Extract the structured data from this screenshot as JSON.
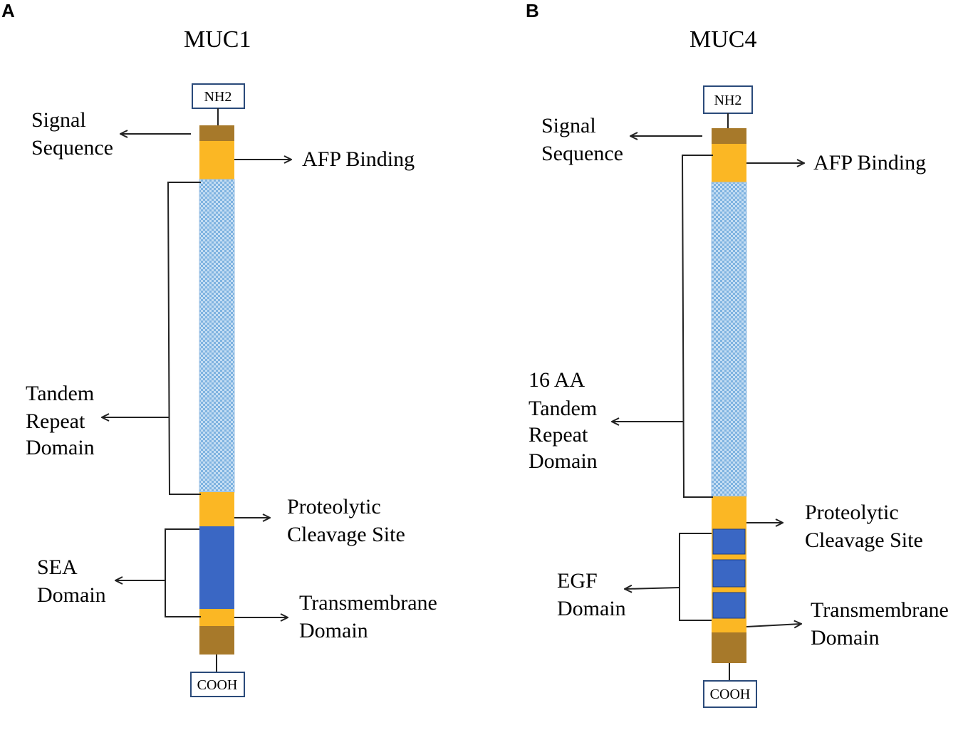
{
  "colors": {
    "signal": "#a7792a",
    "afp": "#fbb724",
    "tandem_bg": "#b8d6f0",
    "tandem_dot": "#7fb3e0",
    "domain": "#3a67c4",
    "tail": "#a7792a",
    "border": "#2a4a7a"
  },
  "panel_a": {
    "letter": "A",
    "title": "MUC1",
    "nh2": "NH2",
    "cooh": "COOH",
    "signal_line1": "Signal",
    "signal_line2": "Sequence",
    "afp": "AFP Binding",
    "tandem_line1": "Tandem",
    "tandem_line2": "Repeat",
    "tandem_line3": "Domain",
    "cleavage_line1": "Proteolytic",
    "cleavage_line2": "Cleavage Site",
    "sea_line1": "SEA",
    "sea_line2": "Domain",
    "tm_line1": "Transmembrane",
    "tm_line2": "Domain"
  },
  "panel_b": {
    "letter": "B",
    "title": "MUC4",
    "nh2": "NH2",
    "cooh": "COOH",
    "signal_line1": "Signal",
    "signal_line2": "Sequence",
    "afp": "AFP Binding",
    "tandem_line0": "16 AA",
    "tandem_line1": "Tandem",
    "tandem_line2": "Repeat",
    "tandem_line3": "Domain",
    "cleavage_line1": "Proteolytic",
    "cleavage_line2": "Cleavage Site",
    "egf_line1": "EGF",
    "egf_line2": "Domain",
    "tm_line1": "Transmembrane",
    "tm_line2": "Domain"
  }
}
